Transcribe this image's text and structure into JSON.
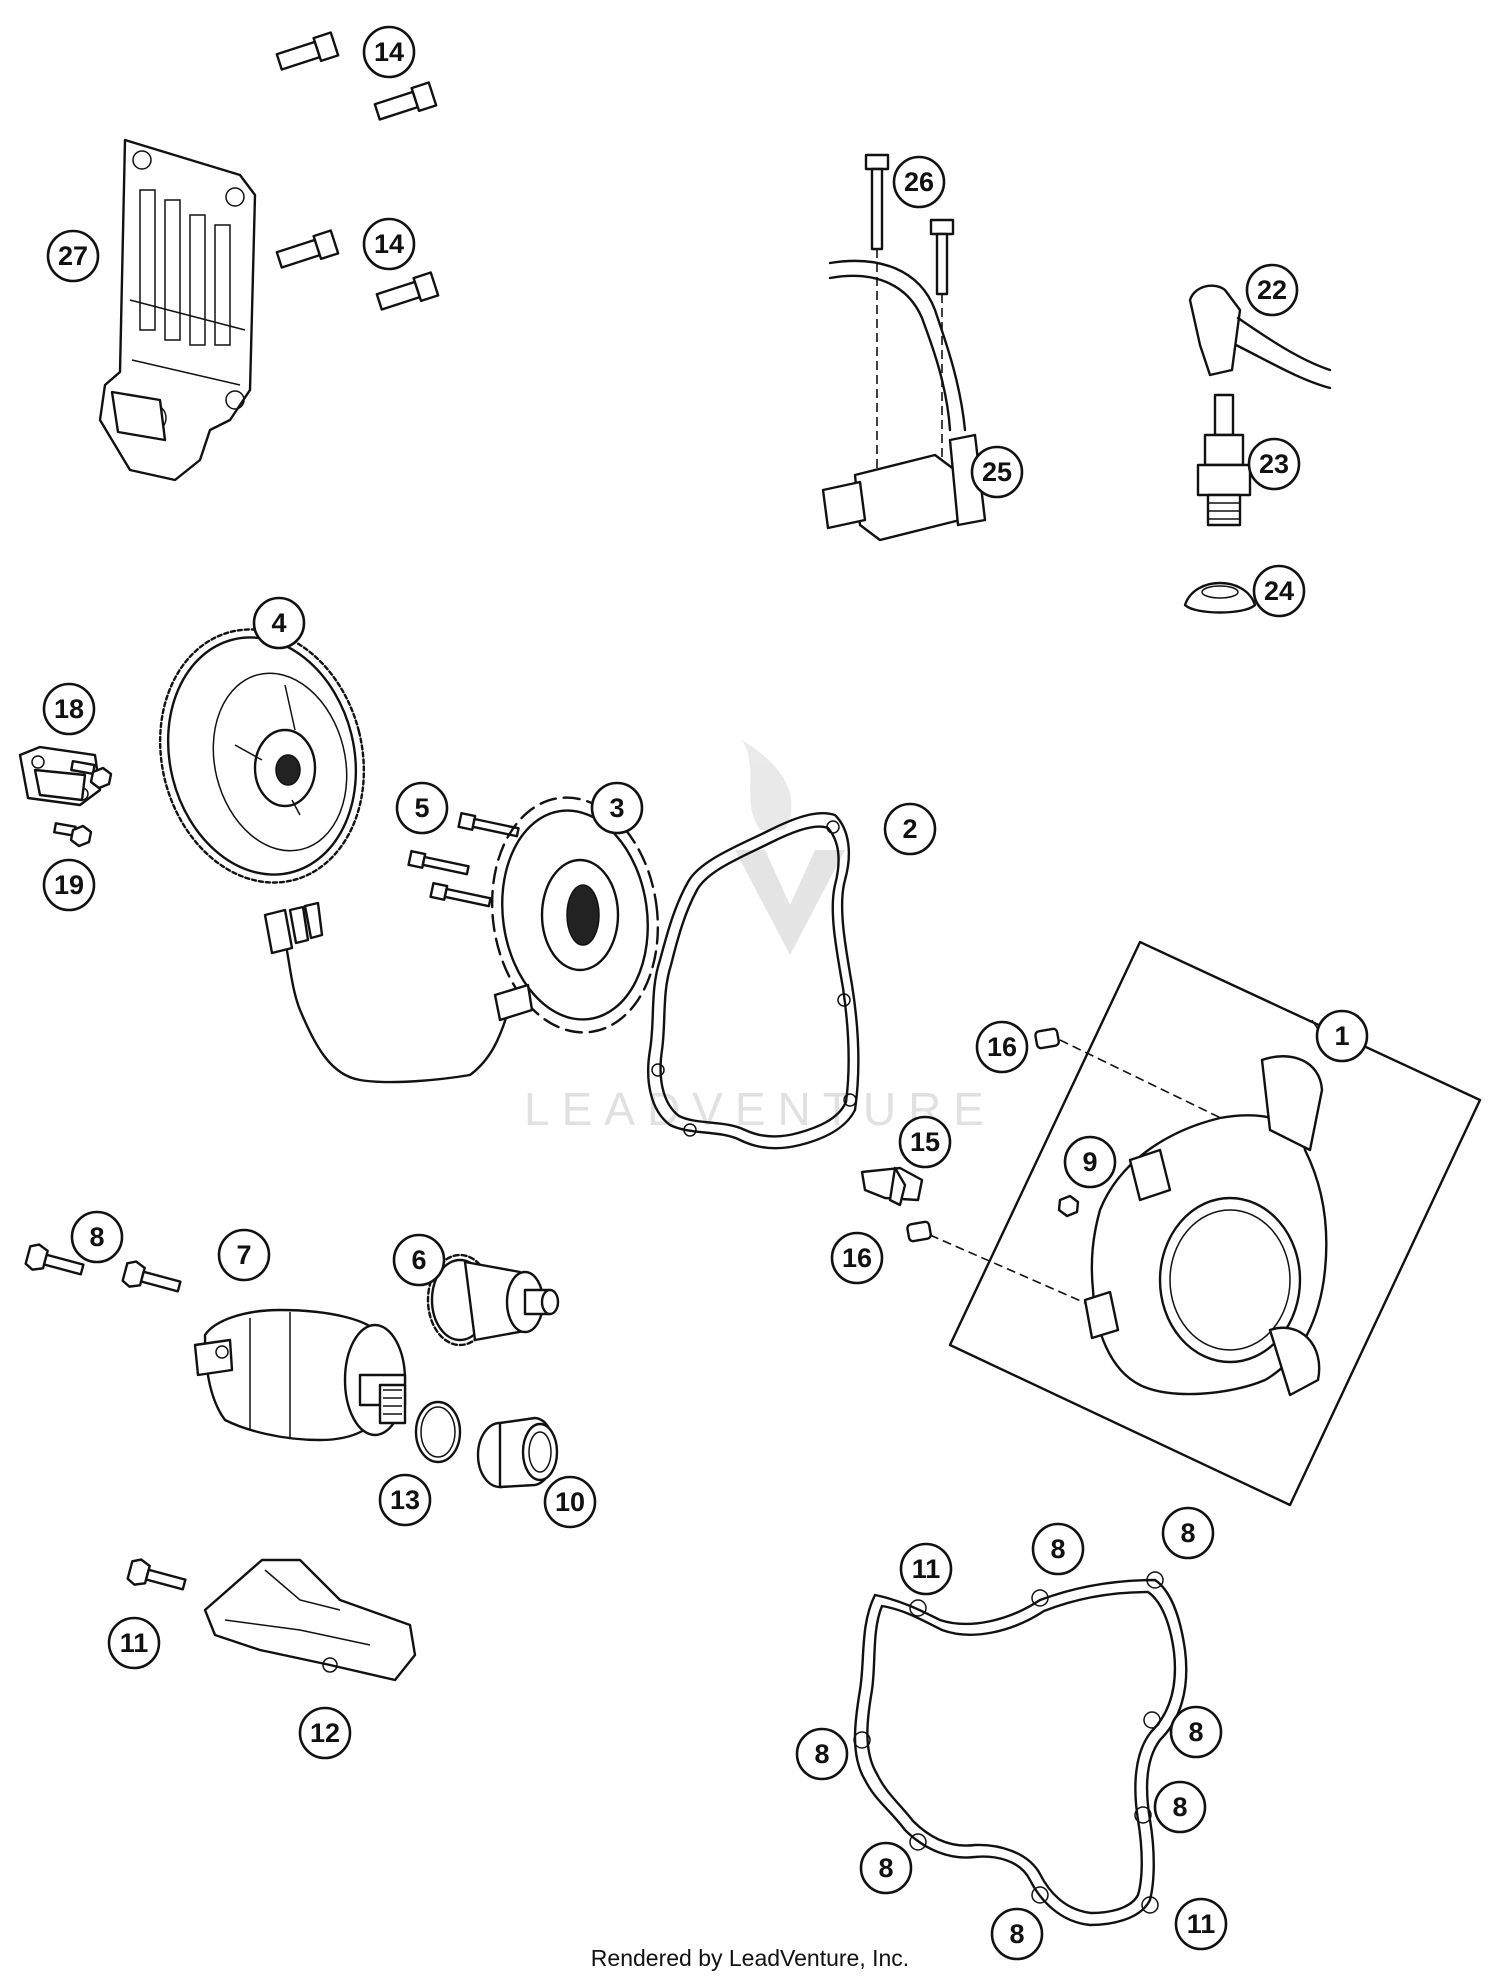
{
  "diagram": {
    "footer": "Rendered by LeadVenture, Inc.",
    "watermark": "LEADVENTURE",
    "callouts": [
      {
        "id": "c-14a",
        "label": "14"
      },
      {
        "id": "c-14b",
        "label": "14"
      },
      {
        "id": "c-27",
        "label": "27"
      },
      {
        "id": "c-26",
        "label": "26"
      },
      {
        "id": "c-25",
        "label": "25"
      },
      {
        "id": "c-22",
        "label": "22"
      },
      {
        "id": "c-23",
        "label": "23"
      },
      {
        "id": "c-24",
        "label": "24"
      },
      {
        "id": "c-4",
        "label": "4"
      },
      {
        "id": "c-18",
        "label": "18"
      },
      {
        "id": "c-19",
        "label": "19"
      },
      {
        "id": "c-5",
        "label": "5"
      },
      {
        "id": "c-3",
        "label": "3"
      },
      {
        "id": "c-2",
        "label": "2"
      },
      {
        "id": "c-1",
        "label": "1"
      },
      {
        "id": "c-16a",
        "label": "16"
      },
      {
        "id": "c-9",
        "label": "9"
      },
      {
        "id": "c-15",
        "label": "15"
      },
      {
        "id": "c-16b",
        "label": "16"
      },
      {
        "id": "c-8a",
        "label": "8"
      },
      {
        "id": "c-7",
        "label": "7"
      },
      {
        "id": "c-6",
        "label": "6"
      },
      {
        "id": "c-13",
        "label": "13"
      },
      {
        "id": "c-10",
        "label": "10"
      },
      {
        "id": "c-11a",
        "label": "11"
      },
      {
        "id": "c-12",
        "label": "12"
      },
      {
        "id": "c-11b",
        "label": "11"
      },
      {
        "id": "c-8b",
        "label": "8"
      },
      {
        "id": "c-8c",
        "label": "8"
      },
      {
        "id": "c-8d",
        "label": "8"
      },
      {
        "id": "c-8e",
        "label": "8"
      },
      {
        "id": "c-8f",
        "label": "8"
      },
      {
        "id": "c-8g",
        "label": "8"
      },
      {
        "id": "c-8h",
        "label": "8"
      },
      {
        "id": "c-11c",
        "label": "11"
      }
    ]
  }
}
